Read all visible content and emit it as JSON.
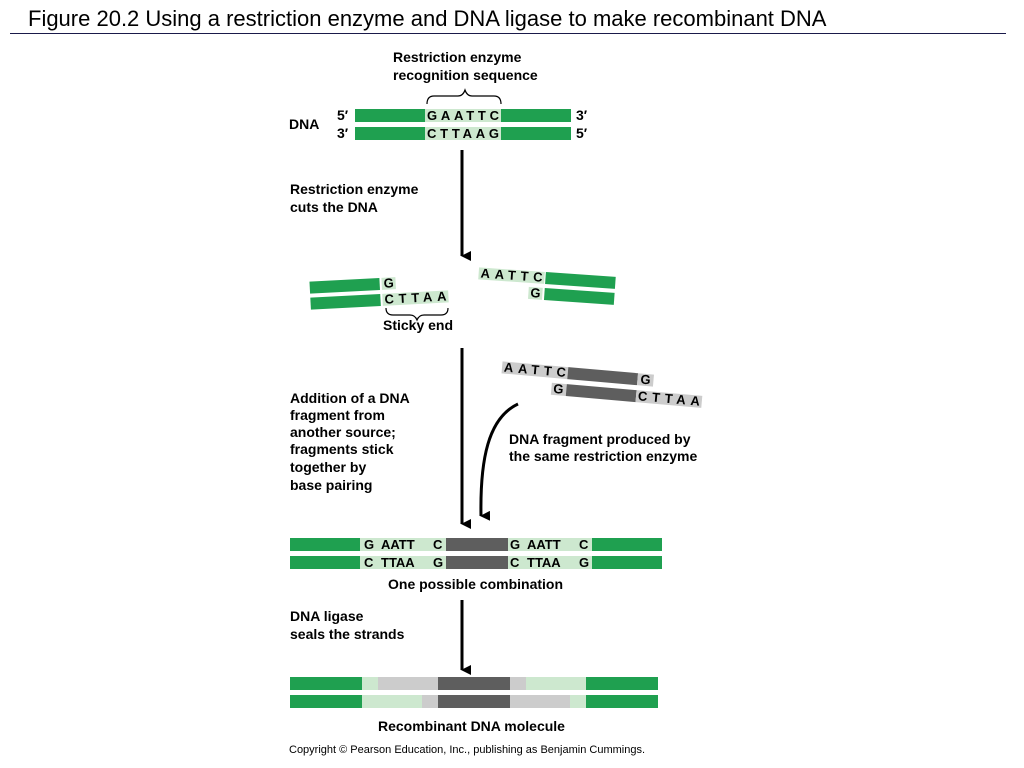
{
  "title": "Figure 20.2  Using a restriction enzyme and DNA ligase to make recombinant DNA",
  "colors": {
    "host_dna": "#1fa050",
    "foreign_dna": "#5e5e5e",
    "highlight": "#cde8cf",
    "gray_light": "#cccccc",
    "arrow": "#000000"
  },
  "labels": {
    "recognition_line1": "Restriction enzyme",
    "recognition_line2": "recognition sequence",
    "dna": "DNA",
    "end_5_left": "5′",
    "end_3_left": "3′",
    "end_3_right": "3′",
    "end_5_right": "5′",
    "top_seq": "GAATTC",
    "bottom_seq": "CTTAAG",
    "step1_line1": "Restriction enzyme",
    "step1_line2": "cuts the DNA",
    "cut_left_top": "G",
    "cut_left_bottom": "CTTAA",
    "cut_right_top": "AATTC",
    "cut_right_bottom": "G",
    "sticky_end": "Sticky end",
    "frag_top_left": "AATTC",
    "frag_top_right": "G",
    "frag_bottom_left": "G",
    "frag_bottom_right": "CTTAA",
    "fragment_caption_line1": "DNA fragment produced by",
    "fragment_caption_line2": "the same restriction enzyme",
    "step2_line1": "Addition of a DNA",
    "step2_line2": "fragment from",
    "step2_line3": "another source;",
    "step2_line4": "fragments stick",
    "step2_line5": "together by",
    "step2_line6": "base pairing",
    "comb_t1": "G",
    "comb_t2": "AATT",
    "comb_t3": "C",
    "comb_t4": "G",
    "comb_t5": "AATT",
    "comb_t6": "C",
    "comb_b1": "C",
    "comb_b2": "TTAA",
    "comb_b3": "G",
    "comb_b4": "C",
    "comb_b5": "TTAA",
    "comb_b6": "G",
    "combination_caption": "One possible combination",
    "step3_line1": "DNA ligase",
    "step3_line2": "seals the strands",
    "recombinant_caption": "Recombinant DNA molecule",
    "copyright": "Copyright © Pearson Education, Inc., publishing as Benjamin Cummings."
  }
}
